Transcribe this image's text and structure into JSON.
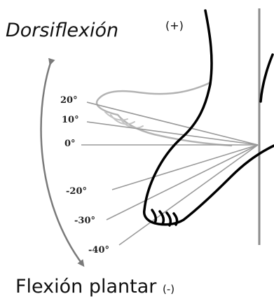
{
  "labels": {
    "dorsiflexion": "Dorsiflexión",
    "plus_sign": "(+)",
    "plantar_flexion": "Flexión plantar",
    "minus_sign": "(-)"
  },
  "angle_ticks": [
    "20°",
    "10°",
    "0°",
    "-20°",
    "-30°",
    "-40°"
  ],
  "colors": {
    "foot_outline": "#000000",
    "ghost_foot": "#b3b3b3",
    "angle_lines": "#9a9a9a",
    "arc_arrow": "#7a7a7a",
    "vertical_axis": "#8c8c8c"
  }
}
